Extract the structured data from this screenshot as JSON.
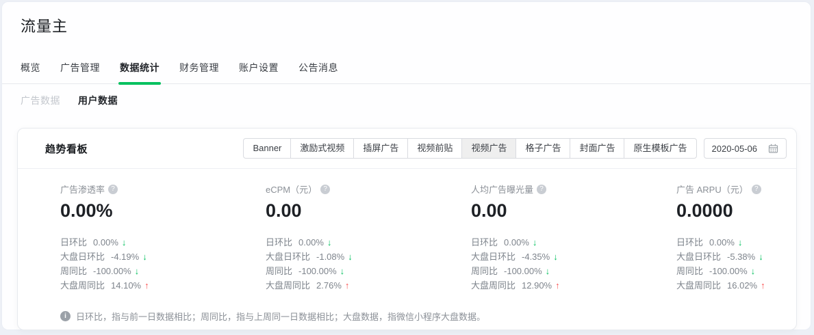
{
  "page": {
    "title": "流量主"
  },
  "tabs": {
    "items": [
      "概览",
      "广告管理",
      "数据统计",
      "财务管理",
      "账户设置",
      "公告消息"
    ],
    "active_index": 2
  },
  "subtabs": {
    "items": [
      "广告数据",
      "用户数据"
    ],
    "active_index": 1
  },
  "panel": {
    "title": "趋势看板",
    "ad_type_buttons": [
      "Banner",
      "激励式视频",
      "插屏广告",
      "视频前贴",
      "视频广告",
      "格子广告",
      "封面广告",
      "原生模板广告"
    ],
    "selected_ad_type": "视频广告",
    "date": "2020-05-06",
    "metrics": [
      {
        "label": "广告渗透率",
        "value": "0.00%",
        "comparisons": [
          {
            "label": "日环比",
            "value": "0.00%",
            "direction": "down"
          },
          {
            "label": "大盘日环比",
            "value": "-4.19%",
            "direction": "down"
          },
          {
            "label": "周同比",
            "value": "-100.00%",
            "direction": "down"
          },
          {
            "label": "大盘周同比",
            "value": "14.10%",
            "direction": "up"
          }
        ]
      },
      {
        "label": "eCPM（元）",
        "value": "0.00",
        "comparisons": [
          {
            "label": "日环比",
            "value": "0.00%",
            "direction": "down"
          },
          {
            "label": "大盘日环比",
            "value": "-1.08%",
            "direction": "down"
          },
          {
            "label": "周同比",
            "value": "-100.00%",
            "direction": "down"
          },
          {
            "label": "大盘周同比",
            "value": "2.76%",
            "direction": "up"
          }
        ]
      },
      {
        "label": "人均广告曝光量",
        "value": "0.00",
        "comparisons": [
          {
            "label": "日环比",
            "value": "0.00%",
            "direction": "down"
          },
          {
            "label": "大盘日环比",
            "value": "-4.35%",
            "direction": "down"
          },
          {
            "label": "周同比",
            "value": "-100.00%",
            "direction": "down"
          },
          {
            "label": "大盘周同比",
            "value": "12.90%",
            "direction": "up"
          }
        ]
      },
      {
        "label": "广告 ARPU（元）",
        "value": "0.0000",
        "comparisons": [
          {
            "label": "日环比",
            "value": "0.00%",
            "direction": "down"
          },
          {
            "label": "大盘日环比",
            "value": "-5.38%",
            "direction": "down"
          },
          {
            "label": "周同比",
            "value": "-100.00%",
            "direction": "down"
          },
          {
            "label": "大盘周同比",
            "value": "16.02%",
            "direction": "up"
          }
        ]
      }
    ],
    "note": "日环比，指与前一日数据相比；周同比，指与上周同一日数据相比；大盘数据，指微信小程序大盘数据。"
  },
  "icons": {
    "help": "?",
    "info": "i",
    "arrow_up": "↑",
    "arrow_down": "↓"
  },
  "colors": {
    "green": "#07c160",
    "red": "#fa5151"
  }
}
